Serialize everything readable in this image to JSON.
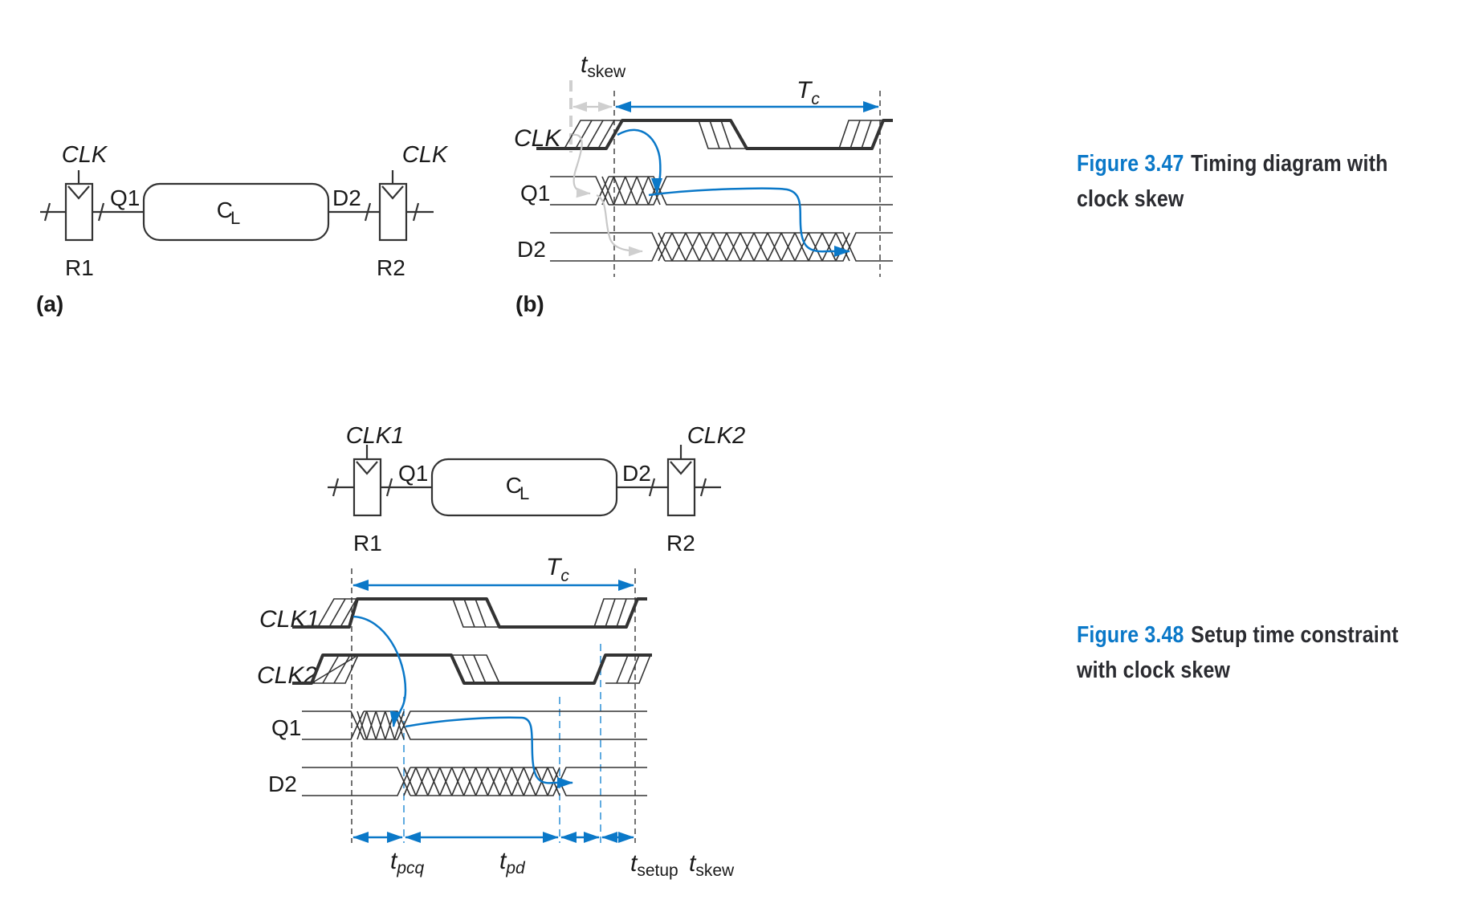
{
  "colors": {
    "accent": "#0a78c8",
    "ink": "#2a2b30",
    "skew_grey": "#c8c8c8"
  },
  "figure_347": {
    "caption_number": "Figure 3.47",
    "caption_text_line1": "Timing diagram with",
    "caption_text_line2": "clock skew",
    "schematic": {
      "clk_left": "CLK",
      "clk_right": "CLK",
      "q1": "Q1",
      "d2": "D2",
      "cl_label_c": "C",
      "cl_label_l": "L",
      "reg_left": "R1",
      "reg_right": "R2",
      "panel_label": "(a)"
    },
    "timing": {
      "panel_label": "(b)",
      "skew_t": "t",
      "skew_sub": "skew",
      "period_t": "T",
      "period_sub": "c",
      "signals": [
        "CLK",
        "Q1",
        "D2"
      ]
    }
  },
  "figure_348": {
    "caption_number": "Figure 3.48",
    "caption_text_line1": "Setup time constraint",
    "caption_text_line2": "with clock skew",
    "schematic": {
      "clk_left": "CLK1",
      "clk_right": "CLK2",
      "q1": "Q1",
      "d2": "D2",
      "cl_label_c": "C",
      "cl_label_l": "L",
      "reg_left": "R1",
      "reg_right": "R2"
    },
    "timing": {
      "period_t": "T",
      "period_sub": "c",
      "signals": [
        "CLK1",
        "CLK2",
        "Q1",
        "D2"
      ],
      "intervals": [
        {
          "t": "t",
          "sub": "pcq",
          "sub_italic": true
        },
        {
          "t": "t",
          "sub": "pd",
          "sub_italic": true
        },
        {
          "t": "t",
          "sub": "setup",
          "sub_italic": false
        },
        {
          "t": "t",
          "sub": "skew",
          "sub_italic": false
        }
      ]
    }
  }
}
